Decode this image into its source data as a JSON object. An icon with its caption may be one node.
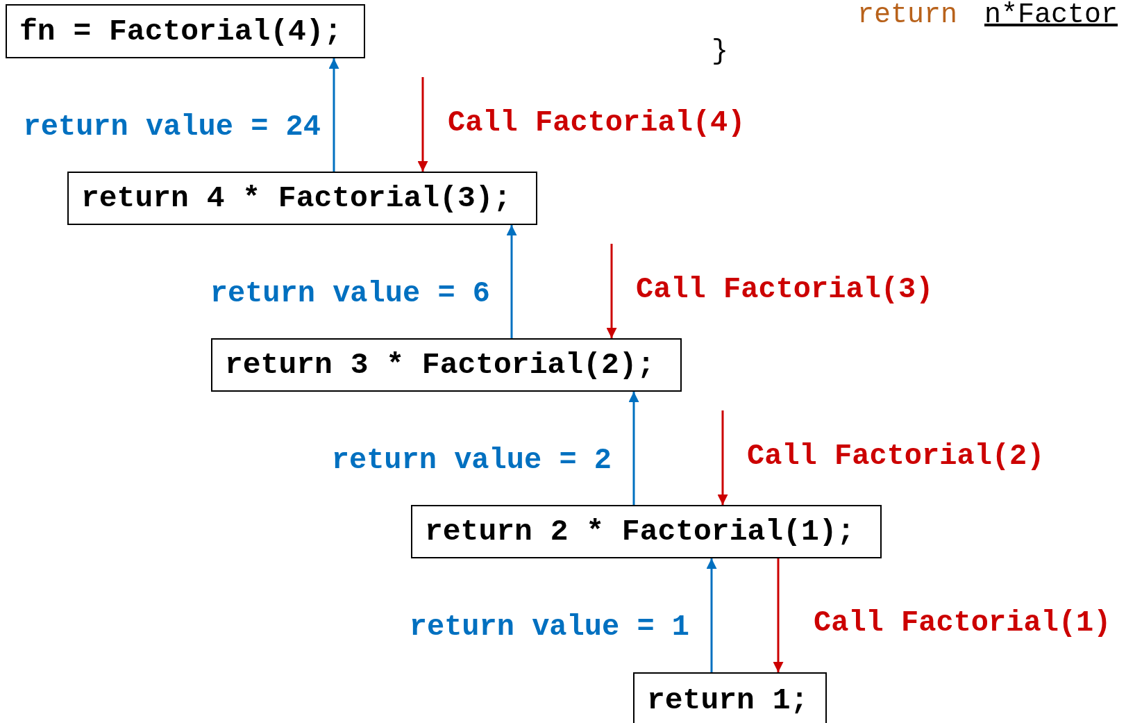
{
  "diagram": {
    "nodes": [
      {
        "text": [
          "fn = Factorial(4);"
        ]
      },
      {
        "text": [
          "return 4 * Factorial(3);"
        ]
      },
      {
        "text": [
          "return 3 * Factorial(2);"
        ]
      },
      {
        "text": [
          "return 2 * Factorial(1);"
        ]
      },
      {
        "text": [
          "return 1;"
        ]
      }
    ],
    "edges": [
      {
        "from": 1,
        "to": 0,
        "arrow": "to",
        "label": "return value = 24",
        "color": "#0070c0"
      },
      {
        "from": null,
        "to": 1,
        "arrow": "to",
        "label": "Call Factorial(4)",
        "color": "#cc0000"
      },
      {
        "from": 2,
        "to": 1,
        "arrow": "to",
        "label": "return value = 6",
        "color": "#0070c0"
      },
      {
        "from": null,
        "to": 2,
        "arrow": "to",
        "label": "Call Factorial(3)",
        "color": "#cc0000"
      },
      {
        "from": 3,
        "to": 2,
        "arrow": "to",
        "label": "return value = 2",
        "color": "#0070c0"
      },
      {
        "from": null,
        "to": 3,
        "arrow": "to",
        "label": "Call Factorial(2)",
        "color": "#cc0000"
      },
      {
        "from": 4,
        "to": 3,
        "arrow": "to",
        "label": "return value = 1",
        "color": "#0070c0"
      },
      {
        "from": 3,
        "to": 4,
        "arrow": "to",
        "label": "Call Factorial(1)",
        "color": "#cc0000"
      }
    ],
    "labels": [
      "return",
      "n*Factor",
      "}"
    ]
  }
}
